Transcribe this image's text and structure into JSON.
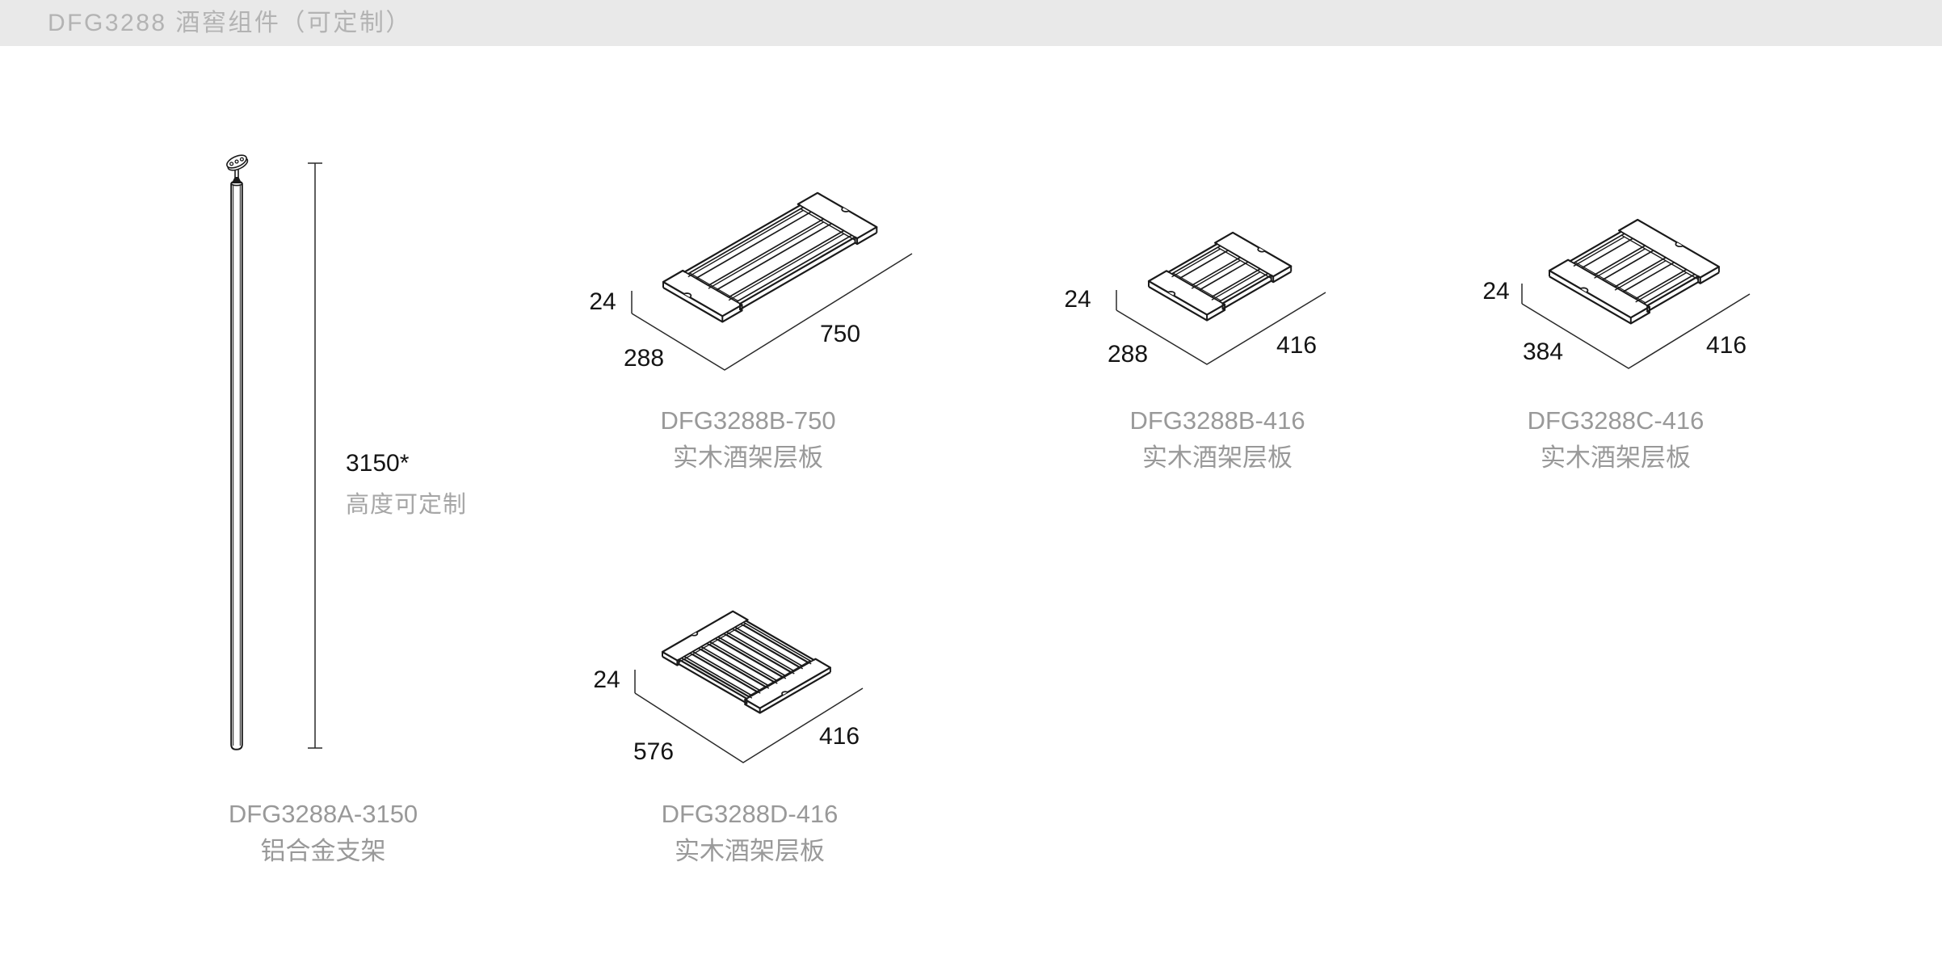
{
  "header": {
    "title": "DFG3288 酒窖组件（可定制）"
  },
  "products": [
    {
      "id": "pole",
      "model": "DFG3288A-3150",
      "name": "铝合金支架",
      "dims": {
        "height": "3150*",
        "note": "高度可定制"
      }
    },
    {
      "id": "shelf-b750",
      "model": "DFG3288B-750",
      "name": "实木酒架层板",
      "dims": {
        "thickness": "24",
        "width": "288",
        "length": "750"
      }
    },
    {
      "id": "shelf-b416",
      "model": "DFG3288B-416",
      "name": "实木酒架层板",
      "dims": {
        "thickness": "24",
        "width": "288",
        "length": "416"
      }
    },
    {
      "id": "shelf-c416",
      "model": "DFG3288C-416",
      "name": "实木酒架层板",
      "dims": {
        "thickness": "24",
        "width": "384",
        "length": "416"
      }
    },
    {
      "id": "shelf-d416",
      "model": "DFG3288D-416",
      "name": "实木酒架层板",
      "dims": {
        "thickness": "24",
        "width": "576",
        "length": "416"
      }
    }
  ]
}
